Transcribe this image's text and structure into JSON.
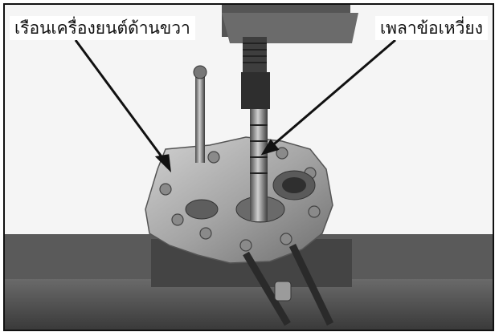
{
  "labels": {
    "left_callout": "เรือนเครื่องยนต์ด้านขวา",
    "right_callout": "เพลาข้อเหวี่ยง"
  },
  "colors": {
    "frame_border": "#111111",
    "arrow": "#111111"
  },
  "icons": [
    "crankcase-photo",
    "pointer-arrow"
  ]
}
